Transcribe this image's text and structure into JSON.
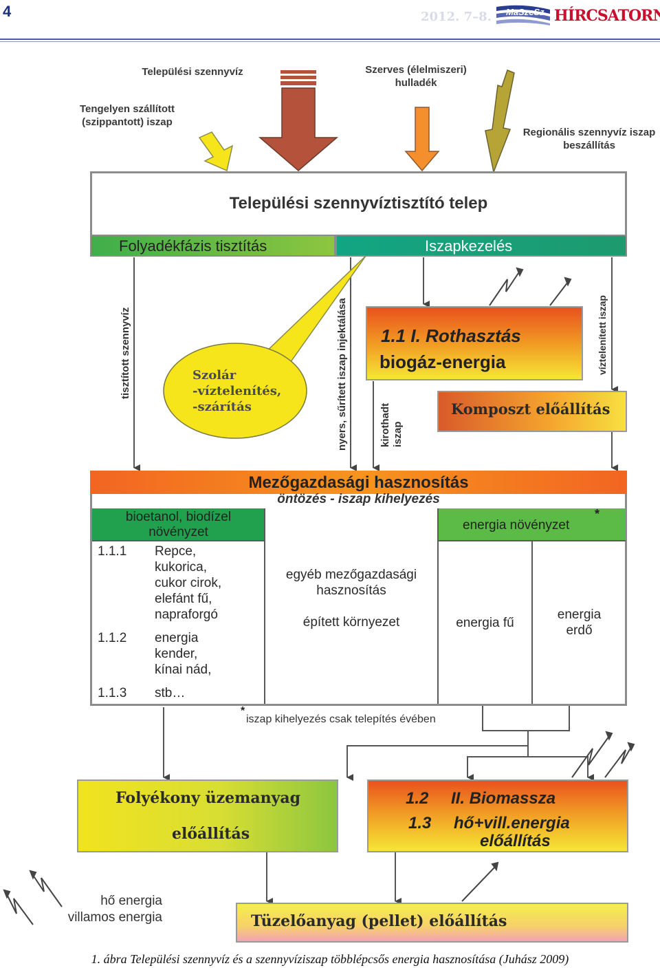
{
  "header": {
    "page_number": "4",
    "date": "2012. 7–8.",
    "logo_text": "MaSzeSz",
    "publication": "HÍRCSATORNA"
  },
  "inputs": {
    "municipal_wastewater": "Települési szennyvíz",
    "organic_waste": "Szerves (élelmiszeri) hulladék",
    "trucked_sludge": "Tengelyen szállított (szippantott) iszap",
    "regional_sludge": "Regionális szennyvíz iszap beszállítás"
  },
  "plant": {
    "title": "Települési szennyvíztisztító telep",
    "liquid_phase": "Folyadékfázis tisztítás",
    "sludge_treatment": "Iszapkezelés"
  },
  "solar_bubble": {
    "line1": "Szolár",
    "line2": "-víztelenítés,",
    "line3": "-szárítás"
  },
  "flows": {
    "treated_wastewater": "tisztított szennyvíz",
    "raw_sludge_injection": "nyers, sűrített iszap injektálása",
    "digested_sludge": "kirothadt iszap",
    "dewatered_sludge": "víztelenített iszap"
  },
  "digestion": {
    "line1": "1.1  I. Rothasztás",
    "line2": "biogáz-energia"
  },
  "compost": "Komposzt előállítás",
  "agriculture": {
    "title": "Mezőgazdasági hasznosítás",
    "subtitle": "öntözés - iszap kihelyezés",
    "bio_head_1": "bioetanol, biodízel",
    "bio_head_2": "növényzet",
    "items": [
      {
        "num": "1.1.1",
        "lines": [
          "Repce,",
          "kukorica,",
          "cukor cirok,",
          "elefánt fű,",
          "napraforgó"
        ]
      },
      {
        "num": "1.1.2",
        "lines": [
          "energia",
          "kender,",
          "kínai nád,"
        ]
      },
      {
        "num": "1.1.3",
        "lines": [
          "stb…"
        ]
      }
    ],
    "other_use_1": "egyéb mezőgazdasági",
    "other_use_2": "hasznosítás",
    "built_env": "épített környezet",
    "energy_head": "energia növényzet",
    "asterisk": "*",
    "energy_grass": "energia fű",
    "energy_forest_1": "energia",
    "energy_forest_2": "erdő"
  },
  "footnote": "iszap kihelyezés csak telepítés évében",
  "fuel": {
    "line1": "Folyékony üzemanyag",
    "line2": "előállítás"
  },
  "biomass": {
    "num1": "1.2",
    "label1": "II. Biomassza",
    "num2": "1.3",
    "label2": "hő+vill.energia",
    "label3": "előállítás"
  },
  "energy_out": {
    "heat": "hő energia",
    "electric": "villamos energia"
  },
  "pellet": "Tüzelőanyag (pellet) előállítás",
  "caption": "1. ábra Települési szennyvíz és a szennyvíziszap többlépcsős energia hasznosítása (Juhász 2009)",
  "colors": {
    "accent_blue": "#1b2f8a",
    "brand_red": "#c8102e",
    "green": "#21a14d",
    "orange": "#f26522",
    "yellow": "#f5e636"
  }
}
